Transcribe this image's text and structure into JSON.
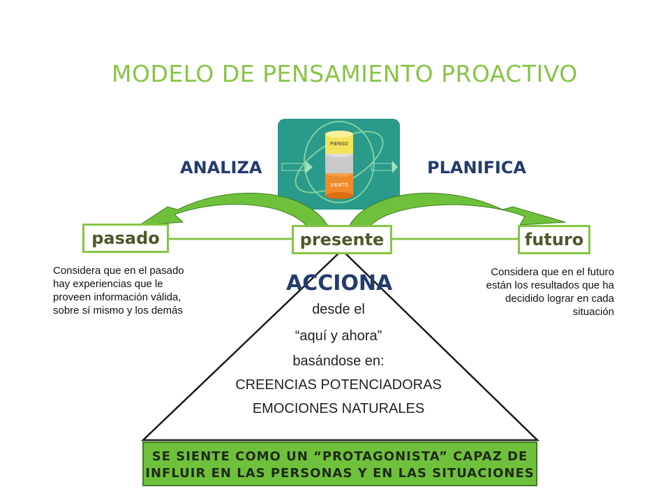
{
  "title": "MODELO DE PENSAMIENTO PROACTIVO",
  "left_verb": "ANALIZA",
  "right_verb": "PLANIFICA",
  "center_graphic": {
    "layers": [
      "PIENSO",
      "SIENTO"
    ],
    "colors": {
      "top": "#f2e35a",
      "middle": "#c9c9c9",
      "bottom": "#f08a2a",
      "background": "#2a9a8a"
    }
  },
  "timeline": {
    "past": "pasado",
    "present": "presente",
    "future": "futuro"
  },
  "past_description": [
    "Considera que en el pasado",
    "hay experiencias que le",
    "proveen información válida,",
    "sobre sí mismo y los demás"
  ],
  "future_description": [
    "Considera que en el futuro",
    "están los resultados que ha",
    "decidido lograr en cada",
    "situación"
  ],
  "action": {
    "heading": "ACCIONA",
    "lines": [
      "desde el",
      "“aquí y ahora”",
      "basándose en:",
      "CREENCIAS POTENCIADORAS",
      "EMOCIONES NATURALES"
    ]
  },
  "banner": {
    "line1": "SE SIENTE COMO UN  “PROTAGONISTA” CAPAZ DE",
    "line2": "INFLUIR EN LAS PERSONAS Y EN LAS SITUACIONES"
  },
  "colors": {
    "green": "#86c544",
    "arrow_green": "#6fc13c",
    "navy": "#243b6e"
  }
}
